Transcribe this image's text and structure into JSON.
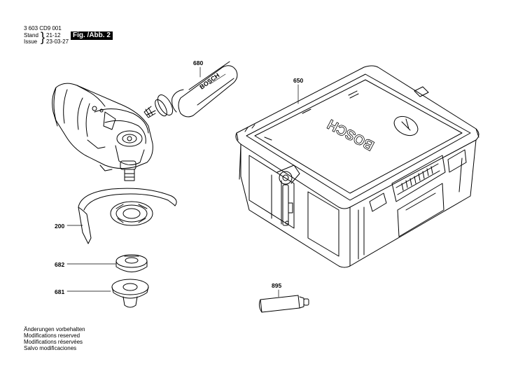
{
  "header": {
    "part_number": "3 603 CD9 001",
    "stand_label": "Stand",
    "issue_label": "Issue",
    "stand_value": "21-12",
    "issue_value": "23-03-27",
    "figure_label": "Fig. /Abb. 2"
  },
  "callouts": {
    "handle": "680",
    "case": "650",
    "guard": "200",
    "flange_nut": "682",
    "flange": "681",
    "tube": "895"
  },
  "case_branding": {
    "logo_text": "BOSCH"
  },
  "footer": [
    "Änderungen vorbehalten",
    "Modifications reserved",
    "Modifications réservées",
    "Salvo modificaciones"
  ]
}
